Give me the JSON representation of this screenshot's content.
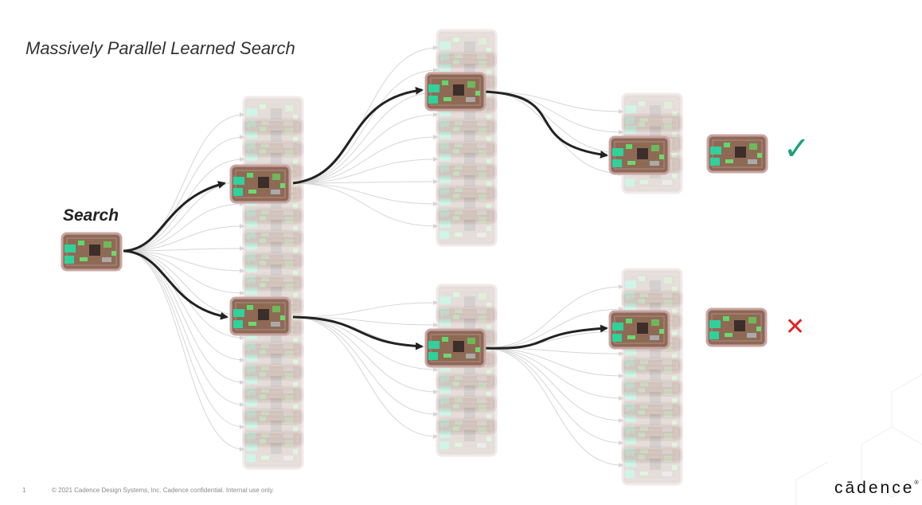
{
  "slide": {
    "title": "Massively Parallel Learned Search",
    "search_label": "Search",
    "page_number": "1",
    "footer": "© 2021 Cadence Design Systems, Inc. Cadence confidential. Internal use only.",
    "logo_text": "cādence",
    "logo_reg": "®"
  },
  "results": {
    "success_mark": "✓",
    "fail_mark": "✕",
    "success_color": "#1aa37a",
    "fail_color": "#e8201f"
  },
  "colors": {
    "board_fill": "#8e6a55",
    "board_edge": "#c9a4a4",
    "component_green": "#2fd29a",
    "path_stroke": "#222222",
    "branch_stroke": "#d6d6d6"
  }
}
